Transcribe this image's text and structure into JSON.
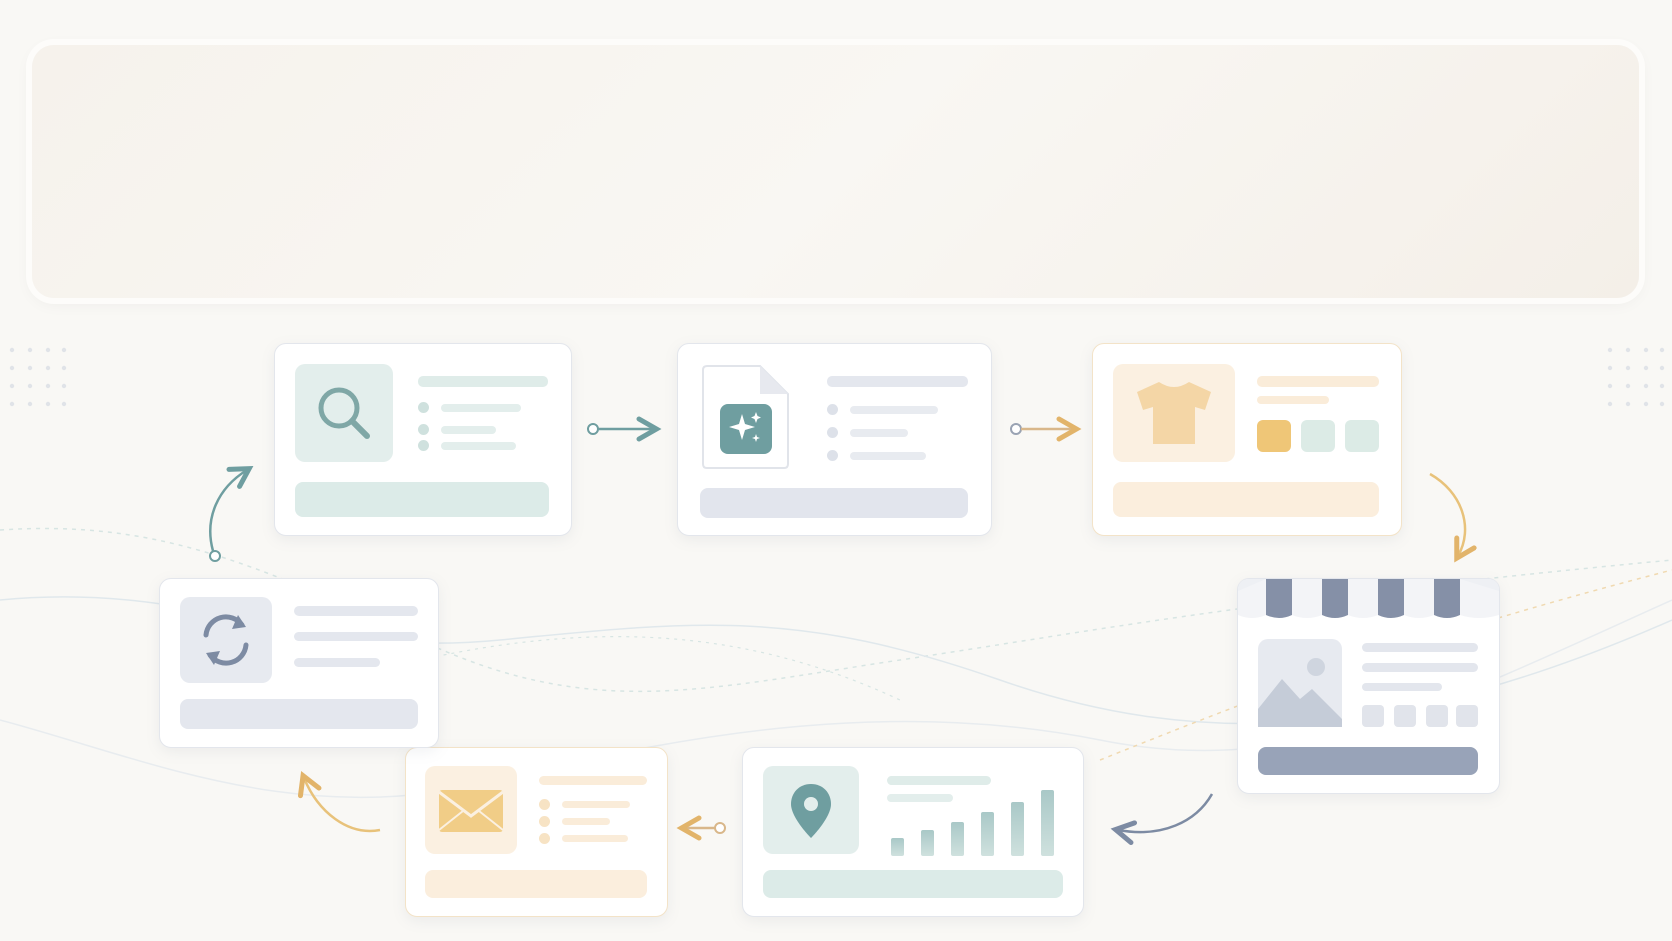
{
  "diagram": {
    "cards": [
      {
        "name": "search-card",
        "icon": "search-icon"
      },
      {
        "name": "ai-document-card",
        "icon": "sparkle-document-icon"
      },
      {
        "name": "product-card",
        "icon": "tshirt-icon"
      },
      {
        "name": "storefront-card",
        "icon": "storefront-awning-icon"
      },
      {
        "name": "location-analytics-card",
        "icon": "location-pin-icon"
      },
      {
        "name": "email-card",
        "icon": "envelope-icon"
      },
      {
        "name": "refresh-card",
        "icon": "refresh-icon"
      }
    ],
    "flow": "clockwise-cycle"
  },
  "colors": {
    "teal": "#6f9ea0",
    "slate": "#7d8ba3",
    "amber": "#e8c27a",
    "teal_light": "#e3eeec",
    "slate_light": "#e4e7ee",
    "amber_light": "#fbeedd"
  }
}
